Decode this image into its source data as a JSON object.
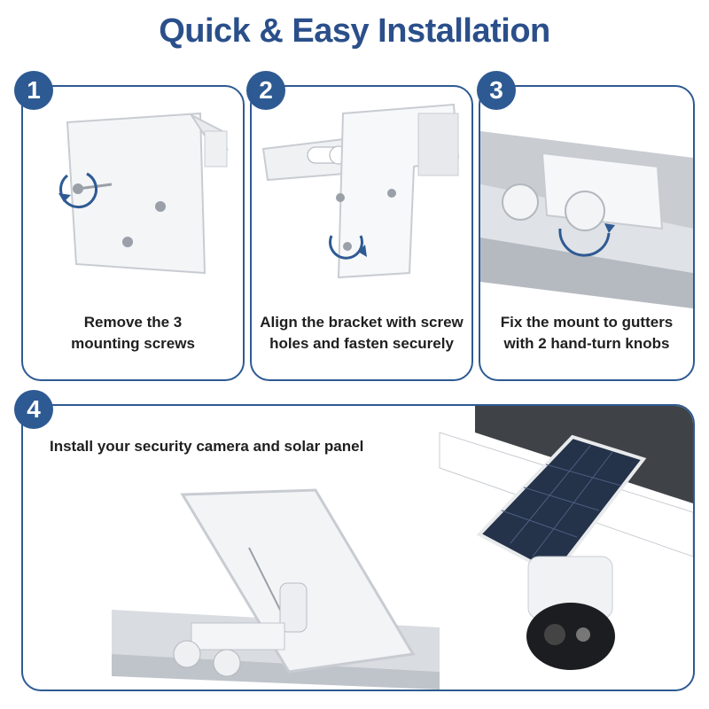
{
  "page": {
    "title": "Quick & Easy Installation",
    "accent_color": "#2e5a93"
  },
  "steps": [
    {
      "number": "1",
      "caption_lines": [
        "Remove the 3",
        "mounting screws"
      ],
      "icon": "bracket-screws-icon"
    },
    {
      "number": "2",
      "caption_lines": [
        "Align the bracket with screw",
        "holes and fasten securely"
      ],
      "icon": "bracket-align-icon"
    },
    {
      "number": "3",
      "caption_lines": [
        "Fix the mount to gutters",
        "with 2 hand-turn knobs"
      ],
      "icon": "gutter-knob-icon"
    },
    {
      "number": "4",
      "caption": "Install your security camera and solar panel",
      "icon": "camera-solar-panel-icon"
    }
  ]
}
